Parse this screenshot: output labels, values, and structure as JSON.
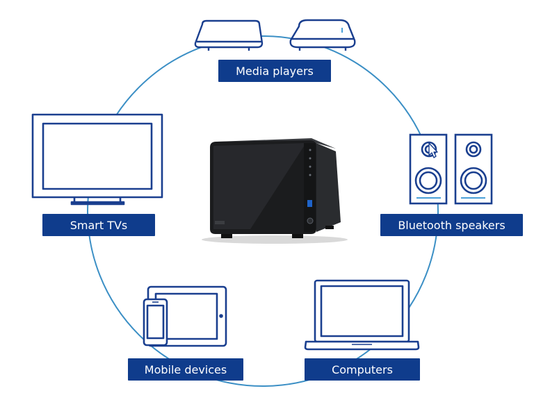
{
  "labels": {
    "media_players": "Media players",
    "smart_tvs": "Smart TVs",
    "bluetooth_speakers": "Bluetooth speakers",
    "mobile_devices": "Mobile devices",
    "computers": "Computers"
  },
  "colors": {
    "ring": "#3b8fc5",
    "outline": "#1a3f8f",
    "label_bg": "#0f3c8c",
    "label_text": "#ffffff",
    "accent": "#4aa0d8",
    "nas_body": "#1b1c1e"
  },
  "icons": [
    "media-player-icon",
    "smart-tv-icon",
    "speaker-icon",
    "tablet-icon",
    "phone-icon",
    "laptop-icon",
    "nas-server-icon"
  ]
}
